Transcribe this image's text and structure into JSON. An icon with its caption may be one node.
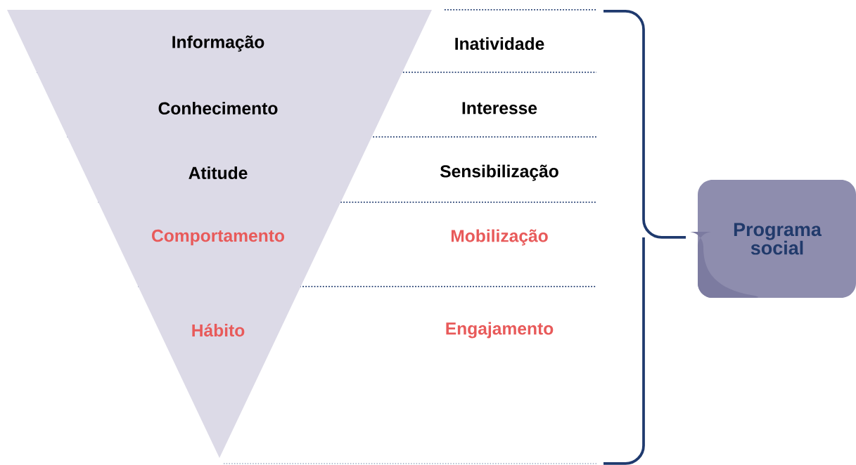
{
  "diagram": {
    "nodes": [
      {
        "text": [
          "Informação",
          "Conhecimento",
          "Atitude",
          "Comportamento",
          "Hábito"
        ]
      },
      {
        "text": [
          "Programa social"
        ]
      }
    ],
    "labels": [
      "Inatividade",
      "Interesse",
      "Sensibilização",
      "Mobilização",
      "Engajamento"
    ]
  }
}
